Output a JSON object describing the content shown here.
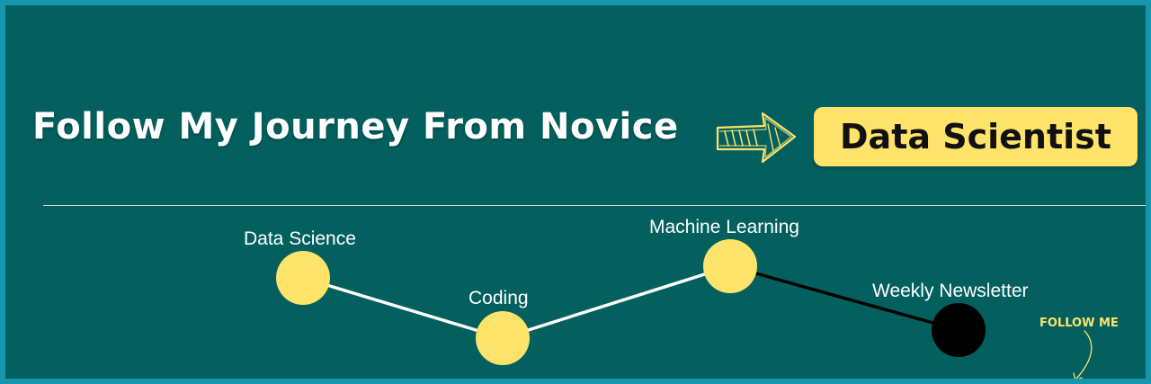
{
  "banner": {
    "headline": "Follow My Journey From Novice",
    "badge_text": "Data Scientist",
    "arrow_icon": "hand-drawn-right-arrow-icon",
    "follow_text": "FOLLOW ME",
    "colors": {
      "background": "#03605f",
      "border": "#1596ad",
      "accent_yellow": "#fde36a",
      "text_white": "#ffffff",
      "final_node": "#000000"
    }
  },
  "journey": {
    "steps": [
      {
        "label": "Data Science",
        "status": "completed",
        "color": "#fde36a"
      },
      {
        "label": "Coding",
        "status": "completed",
        "color": "#fde36a"
      },
      {
        "label": "Machine Learning",
        "status": "completed",
        "color": "#fde36a"
      },
      {
        "label": "Weekly Newsletter",
        "status": "upcoming",
        "color": "#000000"
      }
    ]
  }
}
